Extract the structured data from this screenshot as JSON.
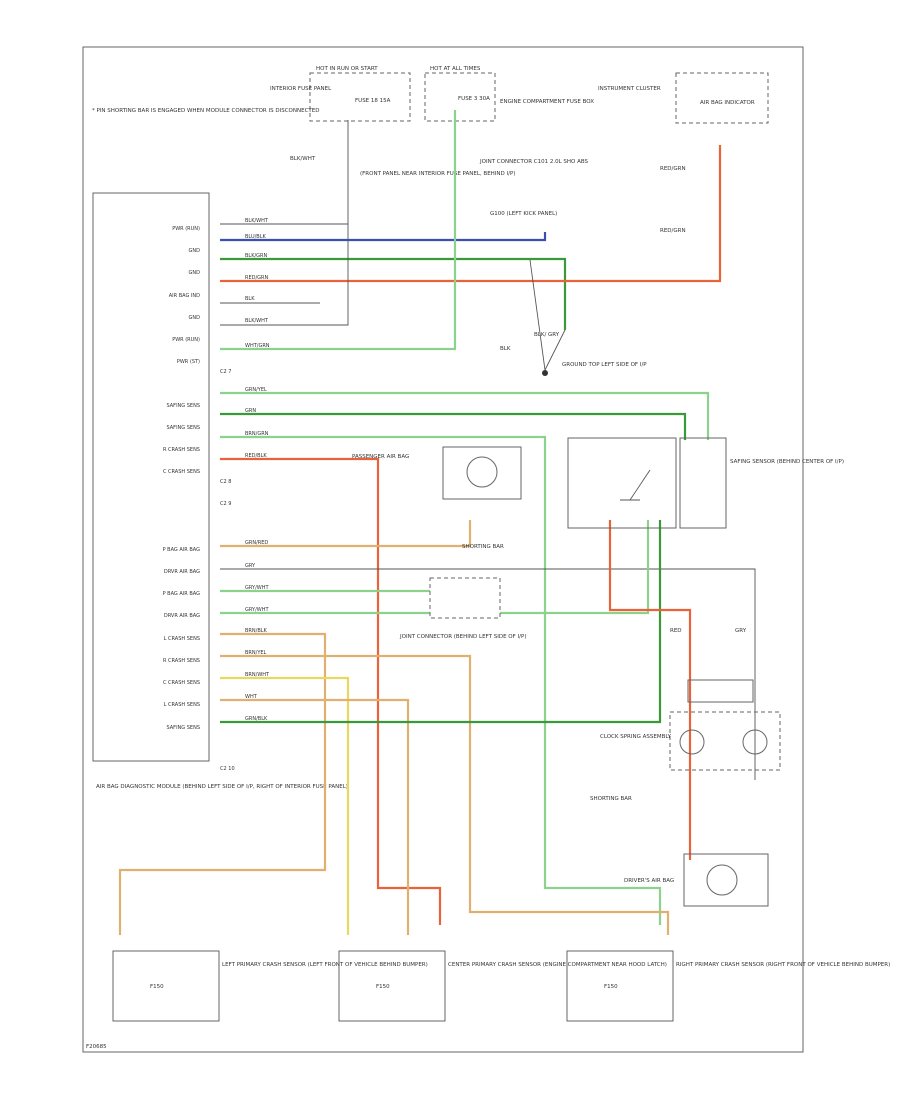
{
  "footer_code": "F20685",
  "module_labels": [
    "PWR (RUN)",
    "GND",
    "GND",
    "AIR BAG IND",
    "GND",
    "PWR (RUN)",
    "PWR (ST)",
    "SAFING SENS",
    "SAFING SENS",
    "R CRASH SENS",
    "C CRASH SENS",
    "P BAG AIR BAG",
    "DRVR AIR BAG",
    "P BAG AIR BAG",
    "DRVR AIR BAG",
    "L CRASH SENS",
    "R CRASH SENS",
    "C CRASH SENS",
    "L CRASH SENS",
    "SAFING SENS"
  ],
  "pin_labels": [
    "C2 7",
    "C2 8",
    "C2 9",
    "C2 10"
  ],
  "note_shorting_bar": "* PIN SHORTING BAR IS ENGAGED WHEN MODULE CONNECTOR IS DISCONNECTED",
  "note_module": "AIR BAG DIAGNOSTIC MODULE (BEHIND LEFT SIDE OF I/P, RIGHT OF INTERIOR FUSE PANEL)",
  "top_labels": {
    "hot_run": "HOT IN RUN OR START",
    "hot_all": "HOT AT ALL TIMES",
    "interior_fuse_panel": "INTERIOR FUSE PANEL",
    "fuse_18": "FUSE 18 15A",
    "fuse_3": "FUSE 3 30A",
    "engine_fuse_box": "ENGINE COMPARTMENT FUSE BOX",
    "instrument_cluster": "INSTRUMENT CLUSTER",
    "air_bag_indicator": "AIR BAG INDICATOR",
    "junction_ip": "(FRONT PANEL NEAR INTERIOR FUSE PANEL, BEHIND I/P)",
    "joint_connector_top": "JOINT CONNECTOR C101 2.0L SHO ABS",
    "gnd_left_kick": "G100 (LEFT KICK PANEL)",
    "ground_top_left": "GROUND TOP LEFT SIDE OF I/P",
    "safing_sensor": "SAFING SENSOR (BEHIND CENTER OF I/P)",
    "passenger_air_bag": "PASSENGER AIR BAG",
    "shorting_bar": "SHORTING BAR",
    "joint_connector_center": "JOINT CONNECTOR (BEHIND LEFT SIDE OF I/P)",
    "clock_spring": "CLOCK SPRING ASSEMBLY",
    "shorting_bar_2": "SHORTING BAR",
    "drivers_air_bag": "DRIVER'S AIR BAG",
    "red": "RED",
    "gry": "GRY",
    "red_grn": "RED/GRN",
    "blk": "BLK",
    "blk_wht": "BLK/WHT",
    "blk_gry": "BLK/ GRY"
  },
  "wire_labels": [
    "BLK/WHT",
    "BLU/BLK",
    "BLK/GRN",
    "RED/GRN",
    "BLK",
    "BLK/WHT",
    "WHT/GRN",
    "GRN/YEL",
    "GRN",
    "BRN/GRN",
    "RED/BLK",
    "GRN/RED",
    "GRY",
    "GRY/WHT",
    "GRY/WHT",
    "BRN/BLK",
    "BRN/YEL",
    "BRN/WHT",
    "WHT",
    "GRN/BLK"
  ],
  "sensors": [
    {
      "name": "LEFT PRIMARY CRASH SENSOR (LEFT FRONT OF VEHICLE BEHIND BUMPER)",
      "tag": "F150"
    },
    {
      "name": "CENTER PRIMARY CRASH SENSOR (ENGINE COMPARTMENT NEAR HOOD LATCH)",
      "tag": "F150"
    },
    {
      "name": "RIGHT PRIMARY CRASH SENSOR (RIGHT FRONT OF VEHICLE BEHIND BUMPER)",
      "tag": "F150"
    }
  ],
  "colors": {
    "blue": "#3b4fb0",
    "green": "#3a9a3a",
    "lightgreen": "#8cd28c",
    "red": "#e8623a",
    "orange": "#f08040",
    "tan": "#e0b070",
    "yellow": "#e8d860",
    "gray": "#777777"
  }
}
